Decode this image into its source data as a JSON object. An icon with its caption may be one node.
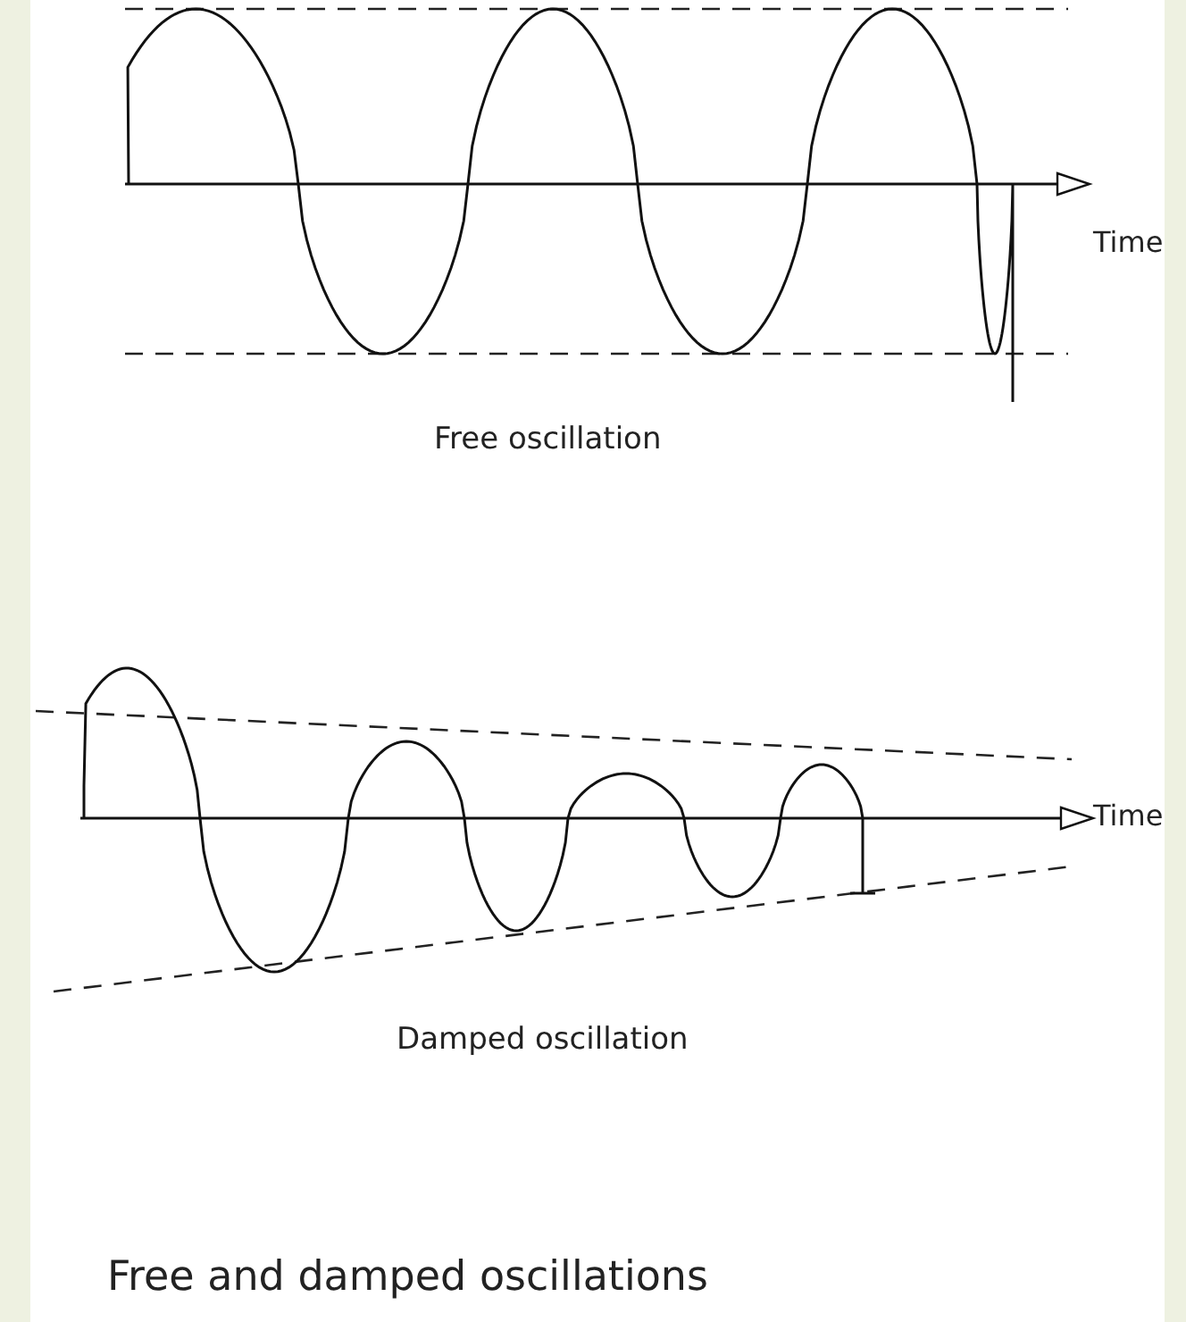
{
  "diagram": {
    "caption": "Free and damped oscillations",
    "labels": [
      "Time",
      "Free oscillation",
      "Time",
      "Damped oscillation"
    ]
  }
}
